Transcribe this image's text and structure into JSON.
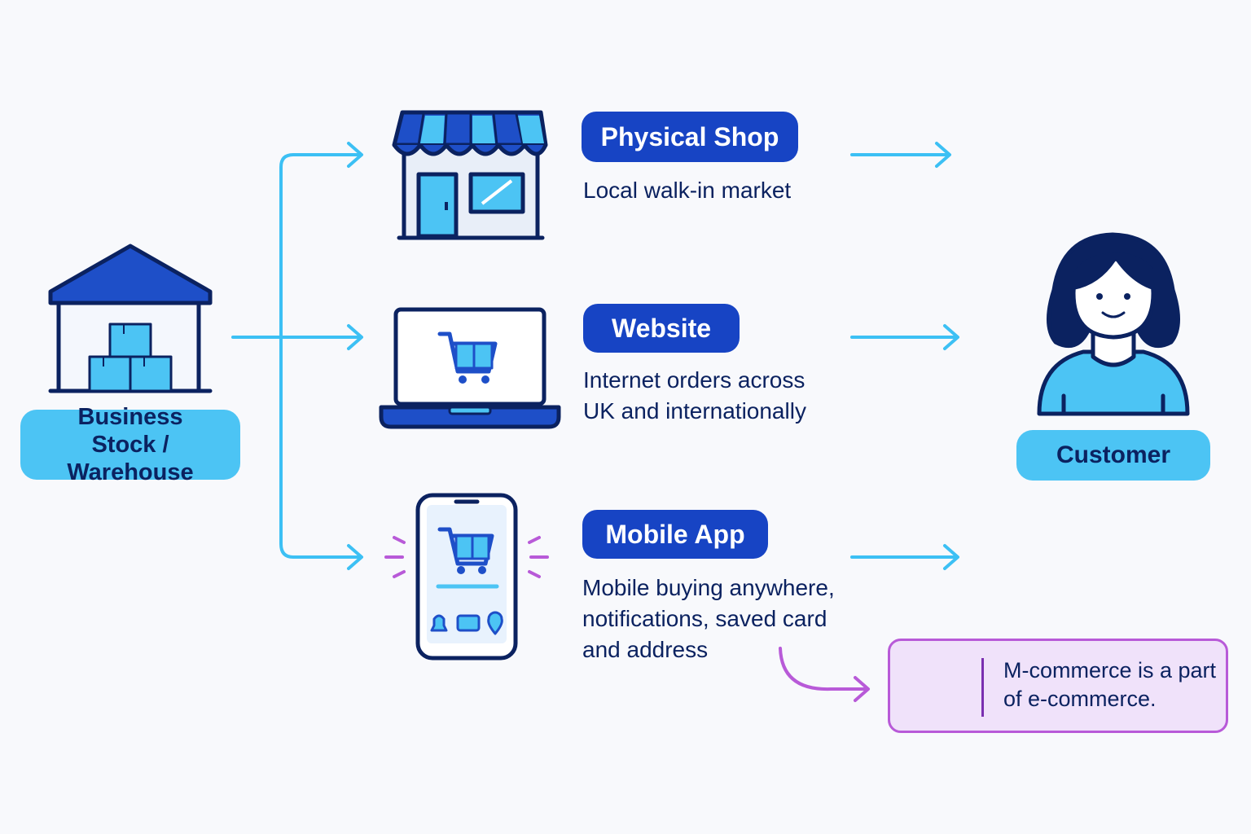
{
  "source": {
    "label": "Business Stock / Warehouse",
    "icon": "warehouse-icon"
  },
  "channels": [
    {
      "title": "Physical Shop",
      "description": "Local walk-in market",
      "icon": "storefront-icon"
    },
    {
      "title": "Website",
      "description": "Internet orders across UK and internationally",
      "icon": "laptop-cart-icon"
    },
    {
      "title": "Mobile App",
      "description": "Mobile buying anywhere, notifications, saved card and address",
      "icon": "smartphone-cart-icon"
    }
  ],
  "destination": {
    "label": "Customer",
    "icon": "customer-icon"
  },
  "note": {
    "text": "M-commerce is a part of e-commerce.",
    "icon": "shopping-cart-icon"
  },
  "colors": {
    "dark_blue": "#1744c4",
    "light_blue": "#4cc4f4",
    "arrow_blue": "#3cc0f4",
    "navy": "#0b2260",
    "purple": "#b85ad8",
    "note_background": "#f0e2fa"
  }
}
